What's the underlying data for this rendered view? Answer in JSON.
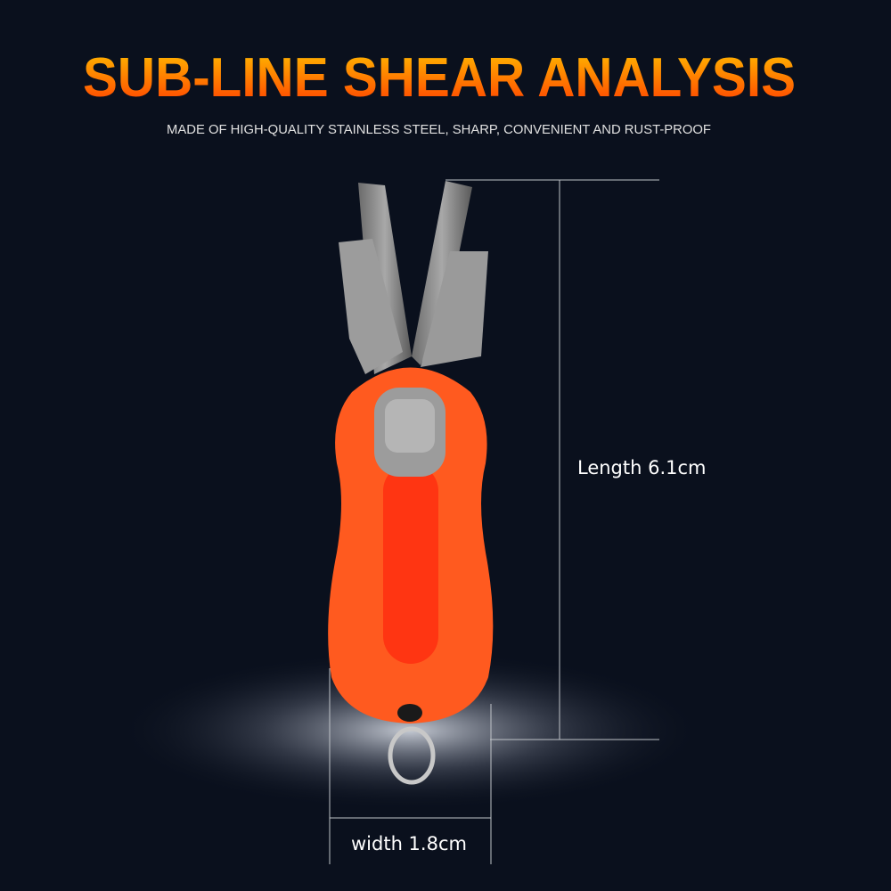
{
  "header": {
    "title": "SUB-LINE SHEAR ANALYSIS",
    "subtitle": "MADE OF HIGH-QUALITY STAINLESS STEEL, SHARP, CONVENIENT AND RUST-PROOF"
  },
  "dimensions": {
    "length_label": "Length 6.1cm",
    "width_label": "width 1.8cm"
  },
  "colors": {
    "background": "#0a101d",
    "title_gradient_top": "#ffb800",
    "title_gradient_bottom": "#ff3c00",
    "handle": "#ff5a1f",
    "insert": "#9a9a9a"
  }
}
